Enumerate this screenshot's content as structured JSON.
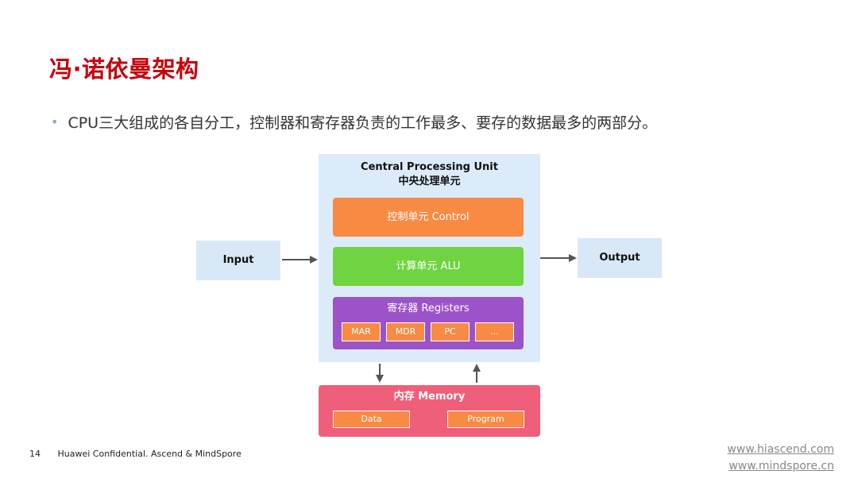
{
  "title": "冯·诺依曼架构",
  "bullet": "CPU三大组成的各自分工，控制器和寄存器负责的工作最多、要存的数据最多的两部分。",
  "diagram": {
    "input": "Input",
    "output": "Output",
    "cpu": {
      "title_en": "Central Processing Unit",
      "title_zh": "中央处理单元",
      "control": "控制单元 Control",
      "alu": "计算单元 ALU",
      "registers": {
        "label": "寄存器 Registers",
        "items": [
          "MAR",
          "MDR",
          "PC",
          "..."
        ]
      }
    },
    "memory": {
      "label": "内存 Memory",
      "items": [
        "Data",
        "Program"
      ]
    }
  },
  "footer": {
    "page_number": "14",
    "confidential": "Huawei Confidential. Ascend & MindSpore",
    "links": [
      "www.hiascend.com",
      "www.mindspore.cn"
    ]
  },
  "colors": {
    "title": "#c7000b",
    "control": "#f88a43",
    "alu": "#6fd43f",
    "registers": "#9c53c9",
    "memory": "#ef5f7a",
    "cpu_bg": "#dcebf9",
    "arrow": "#555555"
  }
}
